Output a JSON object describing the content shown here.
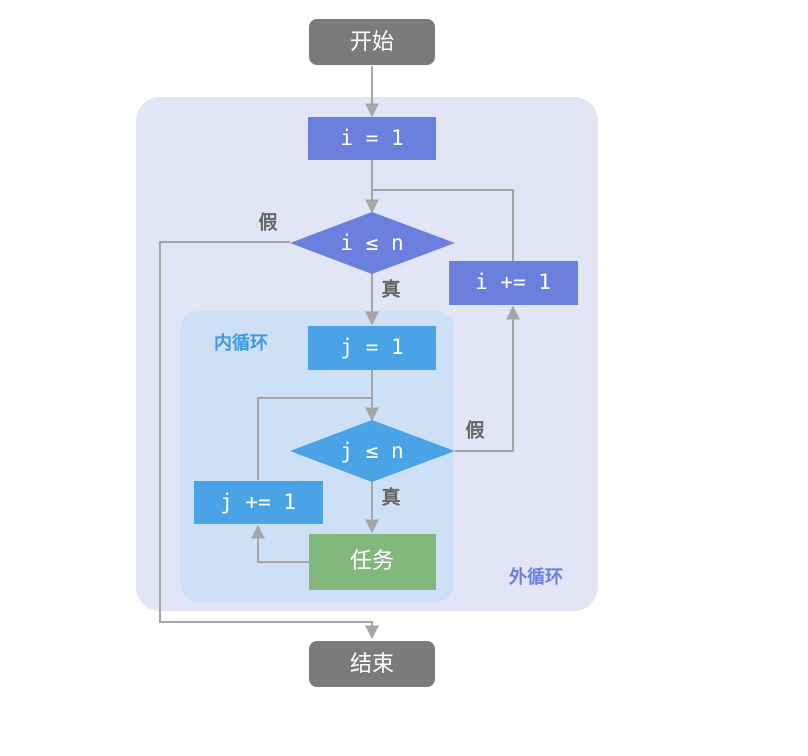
{
  "nodes": {
    "start": "开始",
    "init_i": "i = 1",
    "cond_i": "i ≤ n",
    "inc_i": "i += 1",
    "init_j": "j = 1",
    "cond_j": "j ≤ n",
    "inc_j": "j += 1",
    "task": "任务",
    "end": "结束"
  },
  "edge_labels": {
    "outer_false": "假",
    "outer_true": "真",
    "inner_false": "假",
    "inner_true": "真"
  },
  "regions": {
    "outer_loop": "外循环",
    "inner_loop": "内循环"
  },
  "colors": {
    "terminal": "#7b7b7b",
    "outer_fill": "#e1e5f6",
    "outer_node": "#6b7fdc",
    "inner_fill": "#cde0f6",
    "inner_node": "#4aa3e6",
    "task_node": "#82b87c",
    "edge": "#a6a6a6",
    "edge_label": "#666666",
    "outer_label": "#6b7fdc",
    "inner_label": "#3f9ae3"
  }
}
